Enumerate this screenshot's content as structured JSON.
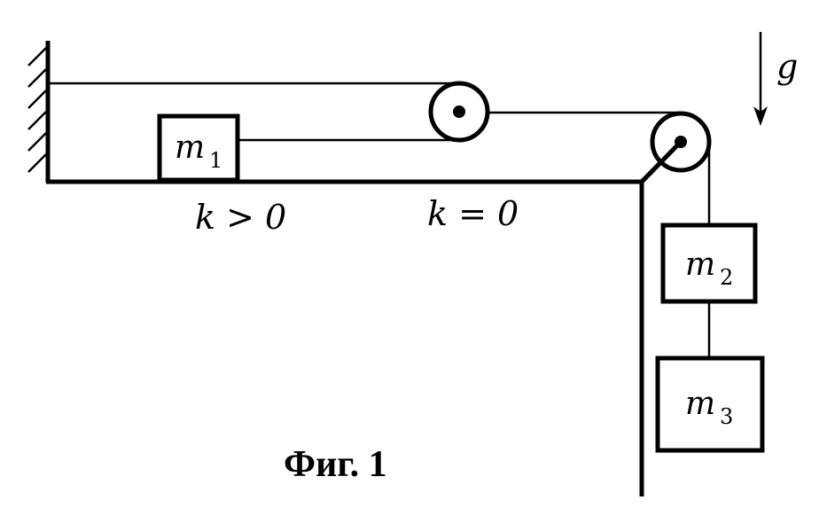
{
  "labels": {
    "gravity": "g",
    "mass1_symbol": "m",
    "mass1_index": "1",
    "mass2_symbol": "m",
    "mass2_index": "2",
    "mass3_symbol": "m",
    "mass3_index": "3",
    "friction_left": "k > 0",
    "friction_right": "k = 0",
    "figure_caption": "Фиг. 1"
  }
}
